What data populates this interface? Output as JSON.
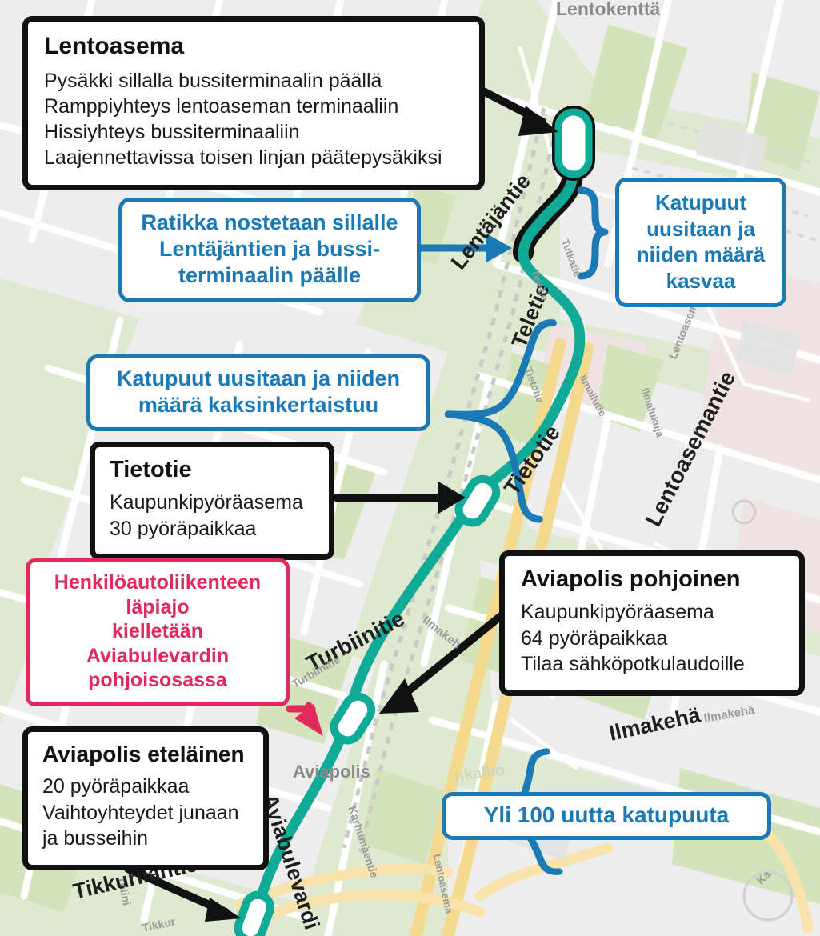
{
  "colors": {
    "tram_line": "#13b09a",
    "tram_line_dark": "#009a8a",
    "callout_blue": "#1b7ab5",
    "callout_pink": "#e1295c",
    "callout_black": "#111111",
    "map_green": "#dfe9cf",
    "map_grey": "#ededed",
    "map_pink_area": "#f0e3e3",
    "road_yellow": "#f7dfa0",
    "brace_blue": "#1b7ab5"
  },
  "callouts": [
    {
      "id": "lentoasema",
      "style": "black",
      "title": "Lentoasema",
      "lines": [
        "Pysäkki sillalla bussiterminaalin päällä",
        "Ramppiyhteys lentoaseman terminaaliin",
        "Hissiyhteys bussiterminaaliin",
        "Laajennettavissa toisen linjan päätepysäkiksi"
      ]
    },
    {
      "id": "ratikka-sillalle",
      "style": "blue",
      "lines": [
        "Ratikka nostetaan sillalle",
        "Lentäjäntien ja bussi-",
        "terminaalin päälle"
      ]
    },
    {
      "id": "katupuut-kasvaa",
      "style": "blue",
      "lines": [
        "Katupuut",
        "uusitaan ja",
        "niiden määrä",
        "kasvaa"
      ]
    },
    {
      "id": "katupuut-kaksinkertaistuu",
      "style": "blue",
      "lines": [
        "Katupuut uusitaan ja niiden",
        "määrä kaksinkertaistuu"
      ]
    },
    {
      "id": "tietotie",
      "style": "black",
      "title": "Tietotie",
      "lines": [
        "Kaupunkipyöräasema",
        "30 pyöräpaikkaa"
      ]
    },
    {
      "id": "henkiloautoliikenne",
      "style": "pink",
      "lines": [
        "Henkilöautoliikenteen",
        "läpiajo",
        "kielletään",
        "Aviabulevardin",
        "pohjoisosassa"
      ]
    },
    {
      "id": "aviapolis-pohjoinen",
      "style": "black",
      "title": "Aviapolis pohjoinen",
      "lines": [
        "Kaupunkipyöräasema",
        "64 pyöräpaikkaa",
        "Tilaa sähköpotkulaudoille"
      ]
    },
    {
      "id": "aviapolis-etelainen",
      "style": "black",
      "title": "Aviapolis eteläinen",
      "lines": [
        "20 pyöräpaikkaa",
        "Vaihtoyhteydet junaan",
        "ja busseihin"
      ]
    },
    {
      "id": "yli-100-katupuuta",
      "style": "blue",
      "lines": [
        "Yli 100 uutta katupuuta"
      ]
    }
  ],
  "map_labels": {
    "lentokenttä": "Lentokenttä",
    "lentajantie": "Lentäjäntie",
    "teletie": "Teletie",
    "teletie_small": "Teletie",
    "tutkatie": "Tutkatie",
    "tietotie": "Tietotie",
    "tietotie_small": "Tietotie",
    "ilmallutie": "Ilmallutie",
    "ilmalukuja": "Ilmalukuja",
    "lentoasemantie": "Lentoasemantie",
    "lentoasemantie_small": "Lentoasemantie",
    "lentoasemantie_small2": "Lentoasema",
    "turbiinitie": "Turbiinitie",
    "turbiinitie_small": "Turbiinitie",
    "turbiinitie_small2": "rbiini",
    "ilmakeha": "Ilmakehä",
    "ilmakeha_small": "Ilmakeh",
    "ilmakeha_small2": "Ilmakehä",
    "aviapolis": "Aviapolis",
    "aviabulevardi": "Aviabulevardi",
    "karhumaentie": "Karhumäentie",
    "tikkurilantie": "Tikkurilantie",
    "tikkurilantie_small": "Tikkur",
    "nkallio": "nkallio",
    "kaivo": "Ka"
  },
  "stations": [
    {
      "name": "Lentoasema",
      "terminus": true
    },
    {
      "name": "Tietotie",
      "terminus": false
    },
    {
      "name": "Aviapolis pohjoinen",
      "terminus": false
    },
    {
      "name": "Aviapolis eteläinen",
      "terminus": false
    }
  ]
}
